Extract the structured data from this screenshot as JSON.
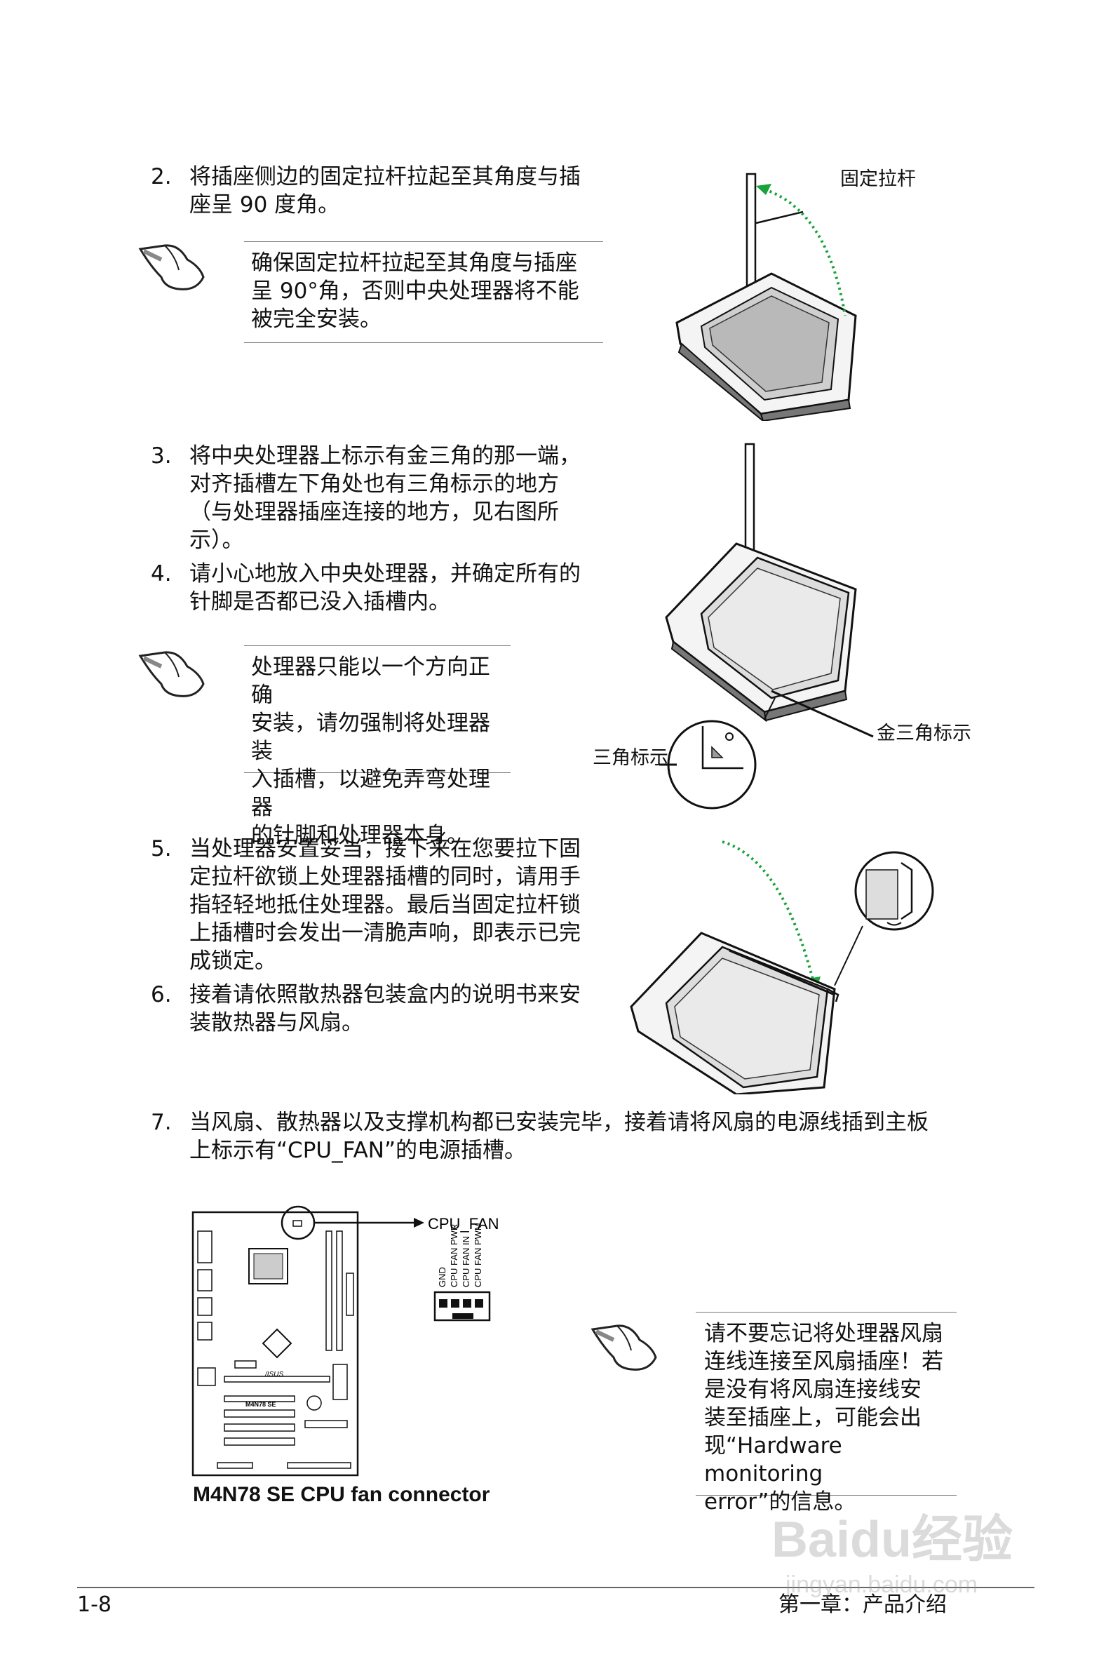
{
  "steps": [
    {
      "num": "2.",
      "lines": [
        "将插座侧边的固定拉杆拉起至其角度与插",
        "座呈 90 度角。"
      ]
    },
    {
      "num": "3.",
      "lines": [
        "将中央处理器上标示有金三角的那一端，",
        "对齐插槽左下角处也有三角标示的地方",
        "（与处理器插座连接的地方，见右图所",
        "示）。"
      ]
    },
    {
      "num": "4.",
      "lines": [
        "请小心地放入中央处理器，并确定所有的",
        "针脚是否都已没入插槽内。"
      ]
    },
    {
      "num": "5.",
      "lines": [
        "当处理器安置妥当，接下来在您要拉下固",
        "定拉杆欲锁上处理器插槽的同时，请用手",
        "指轻轻地抵住处理器。最后当固定拉杆锁",
        "上插槽时会发出一清脆声响，即表示已完",
        "成锁定。"
      ]
    },
    {
      "num": "6.",
      "lines": [
        "接着请依照散热器包装盒内的说明书来安",
        "装散热器与风扇。"
      ]
    },
    {
      "num": "7.",
      "lines": [
        "当风扇、散热器以及支撑机构都已安装完毕，接着请将风扇的电源线插到主板",
        "上标示有“CPU_FAN”的电源插槽。"
      ]
    }
  ],
  "notes": [
    {
      "lines": [
        "确保固定拉杆拉起至其角度与插座",
        "呈 90°角，否则中央处理器将不能",
        "被完全安装。"
      ]
    },
    {
      "lines": [
        "处理器只能以一个方向正确",
        "安装，请勿强制将处理器装",
        "入插槽，以避免弄弯处理器",
        "的针脚和处理器本身。"
      ]
    },
    {
      "lines": [
        "请不要忘记将处理器风扇",
        "连线连接至风扇插座！若",
        "是没有将风扇连接线安",
        "装至插座上，可能会出",
        "现“Hardware monitoring",
        "error”的信息。"
      ]
    }
  ],
  "labels": {
    "lever": "固定拉杆",
    "gold_triangle": "金三角标示",
    "triangle_mark": "三角标示",
    "cpu_fan": "CPU_FAN",
    "pins": [
      "GND",
      "CPU FAN PWR",
      "CPU FAN IN",
      "CPU FAN PWM"
    ],
    "board_logo": "/ISUS",
    "board_model": "M4N78 SE",
    "caption": "M4N78 SE CPU fan connector"
  },
  "footer": {
    "page": "1-8",
    "chapter": "第一章：产品介绍"
  },
  "watermark": {
    "brand": "Baidu经验",
    "url": "jingyan.baidu.com"
  }
}
